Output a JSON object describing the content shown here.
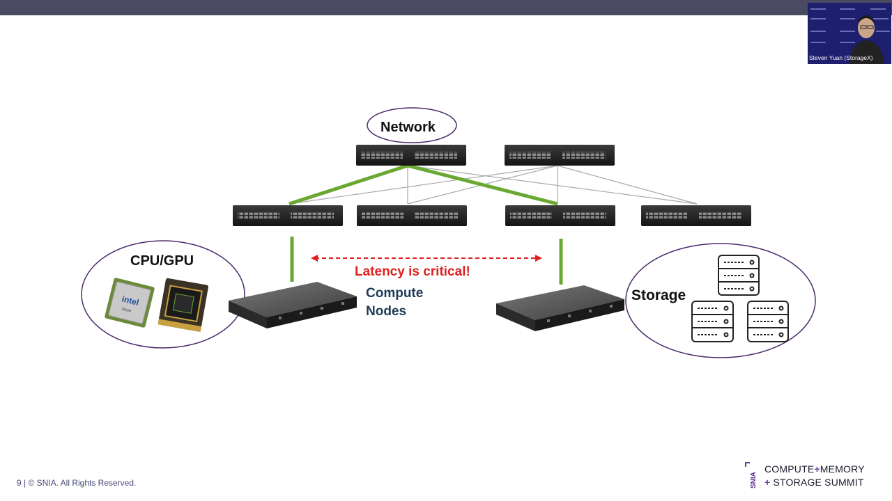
{
  "slide": {
    "network_label": "Network",
    "cpu_gpu_label": "CPU/GPU",
    "latency_label": "Latency is critical!",
    "compute_label_line1": "Compute",
    "compute_label_line2": "Nodes",
    "storage_label": "Storage",
    "chip_brand": "intel",
    "chip_model": "Xeon"
  },
  "footer": {
    "text": "9 | © SNIA. All Rights Reserved."
  },
  "logo": {
    "org": "SNIA",
    "line1_a": "COMPUTE",
    "line1_b": "MEMORY",
    "line2": "STORAGE SUMMIT",
    "plus": "+"
  },
  "video": {
    "participant_name": "Steven Yuan (StorageX)"
  },
  "colors": {
    "top_bar": "#4b4a63",
    "link_green": "#6aa832",
    "latency_red": "#e02020",
    "ellipse_purple": "#4b2a6b",
    "compute_text": "#1f3b57"
  }
}
